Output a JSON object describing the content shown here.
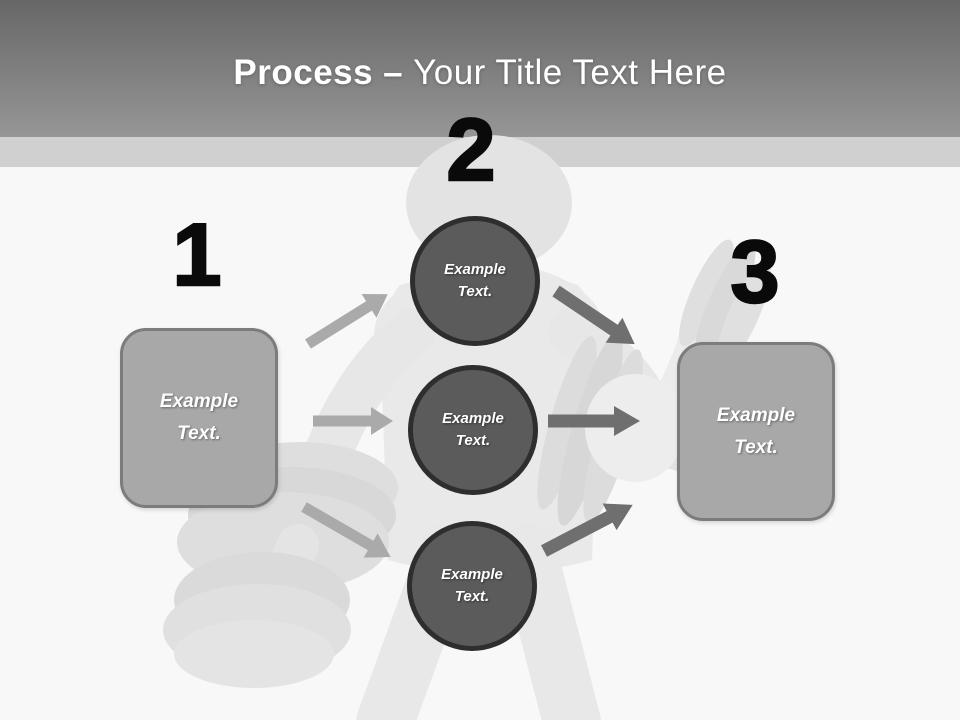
{
  "title": {
    "emphasis": "Process",
    "separator": "–",
    "rest": "Your Title Text Here"
  },
  "steps": {
    "one": {
      "number": "1",
      "box_text": "Example\nText."
    },
    "two": {
      "number": "2",
      "circle_texts": [
        "Example\nText.",
        "Example\nText.",
        "Example\nText."
      ]
    },
    "three": {
      "number": "3",
      "box_text": "Example\nText."
    }
  },
  "colors": {
    "header_gradient_top": "#676767",
    "header_gradient_bottom": "#969696",
    "accent_band": "#d0d0d0",
    "background": "#f8f8f8",
    "circle_fill": "#5b5b5b",
    "circle_border": "#2e2e2e",
    "box_fill": "#a8a8a8",
    "box_border": "#7c7c7c",
    "arrow_left": "#aaaaaa",
    "arrow_right": "#6f6f6f",
    "number_color": "#0a0a0a",
    "title_color": "#ffffff",
    "watermark": "#e6e6e6"
  }
}
